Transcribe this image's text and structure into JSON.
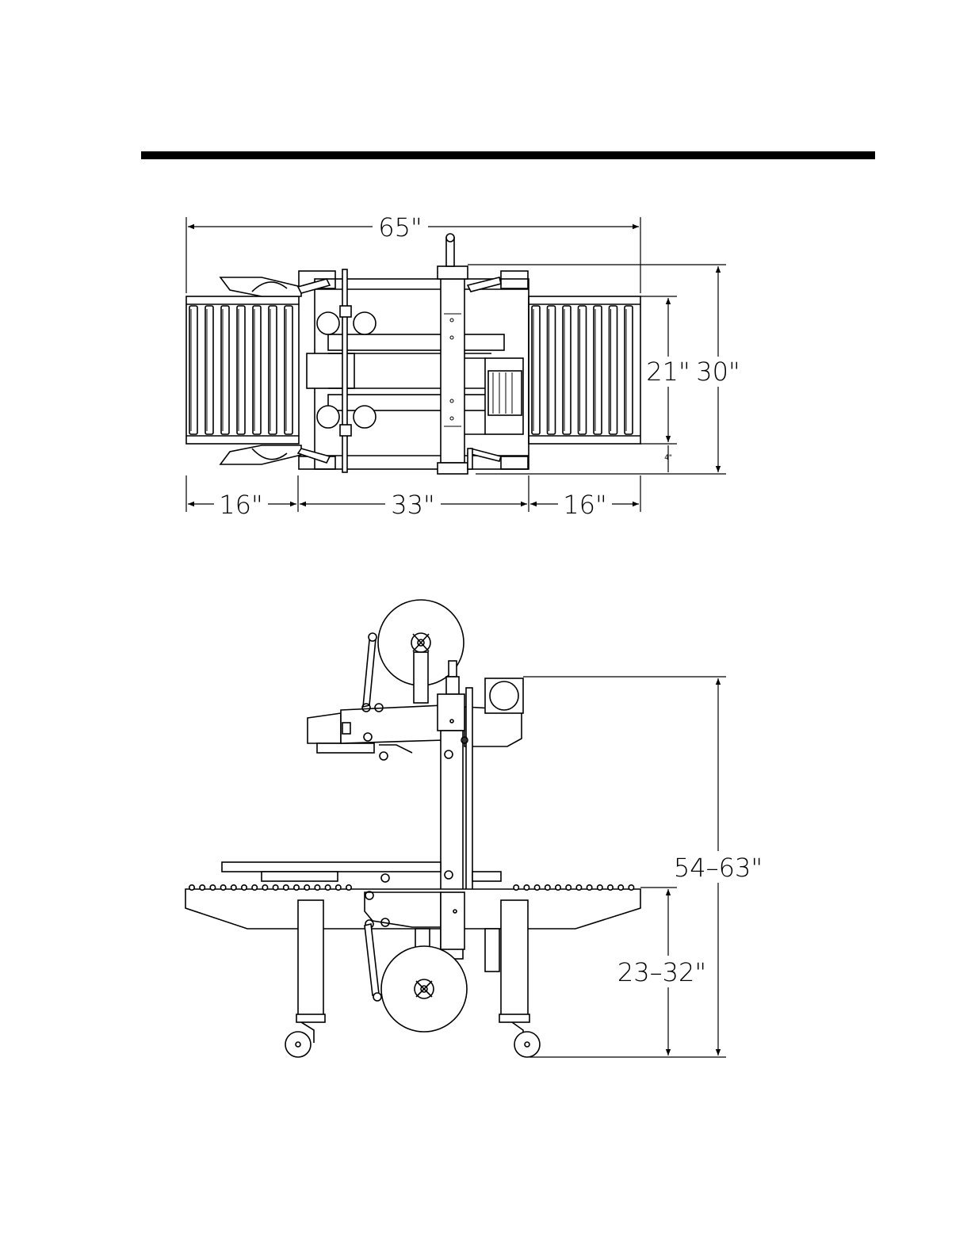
{
  "top_view": {
    "overall_length": "65\"",
    "infeed_length": "16\"",
    "center_length": "33\"",
    "outfeed_length": "16\"",
    "conveyor_width": "21\"",
    "overall_width": "30\"",
    "side_offset": "4\""
  },
  "side_view": {
    "overall_height": "54–63\"",
    "table_height": "23–32\""
  },
  "colors": {
    "ink": "#000000",
    "paper": "#ffffff"
  }
}
